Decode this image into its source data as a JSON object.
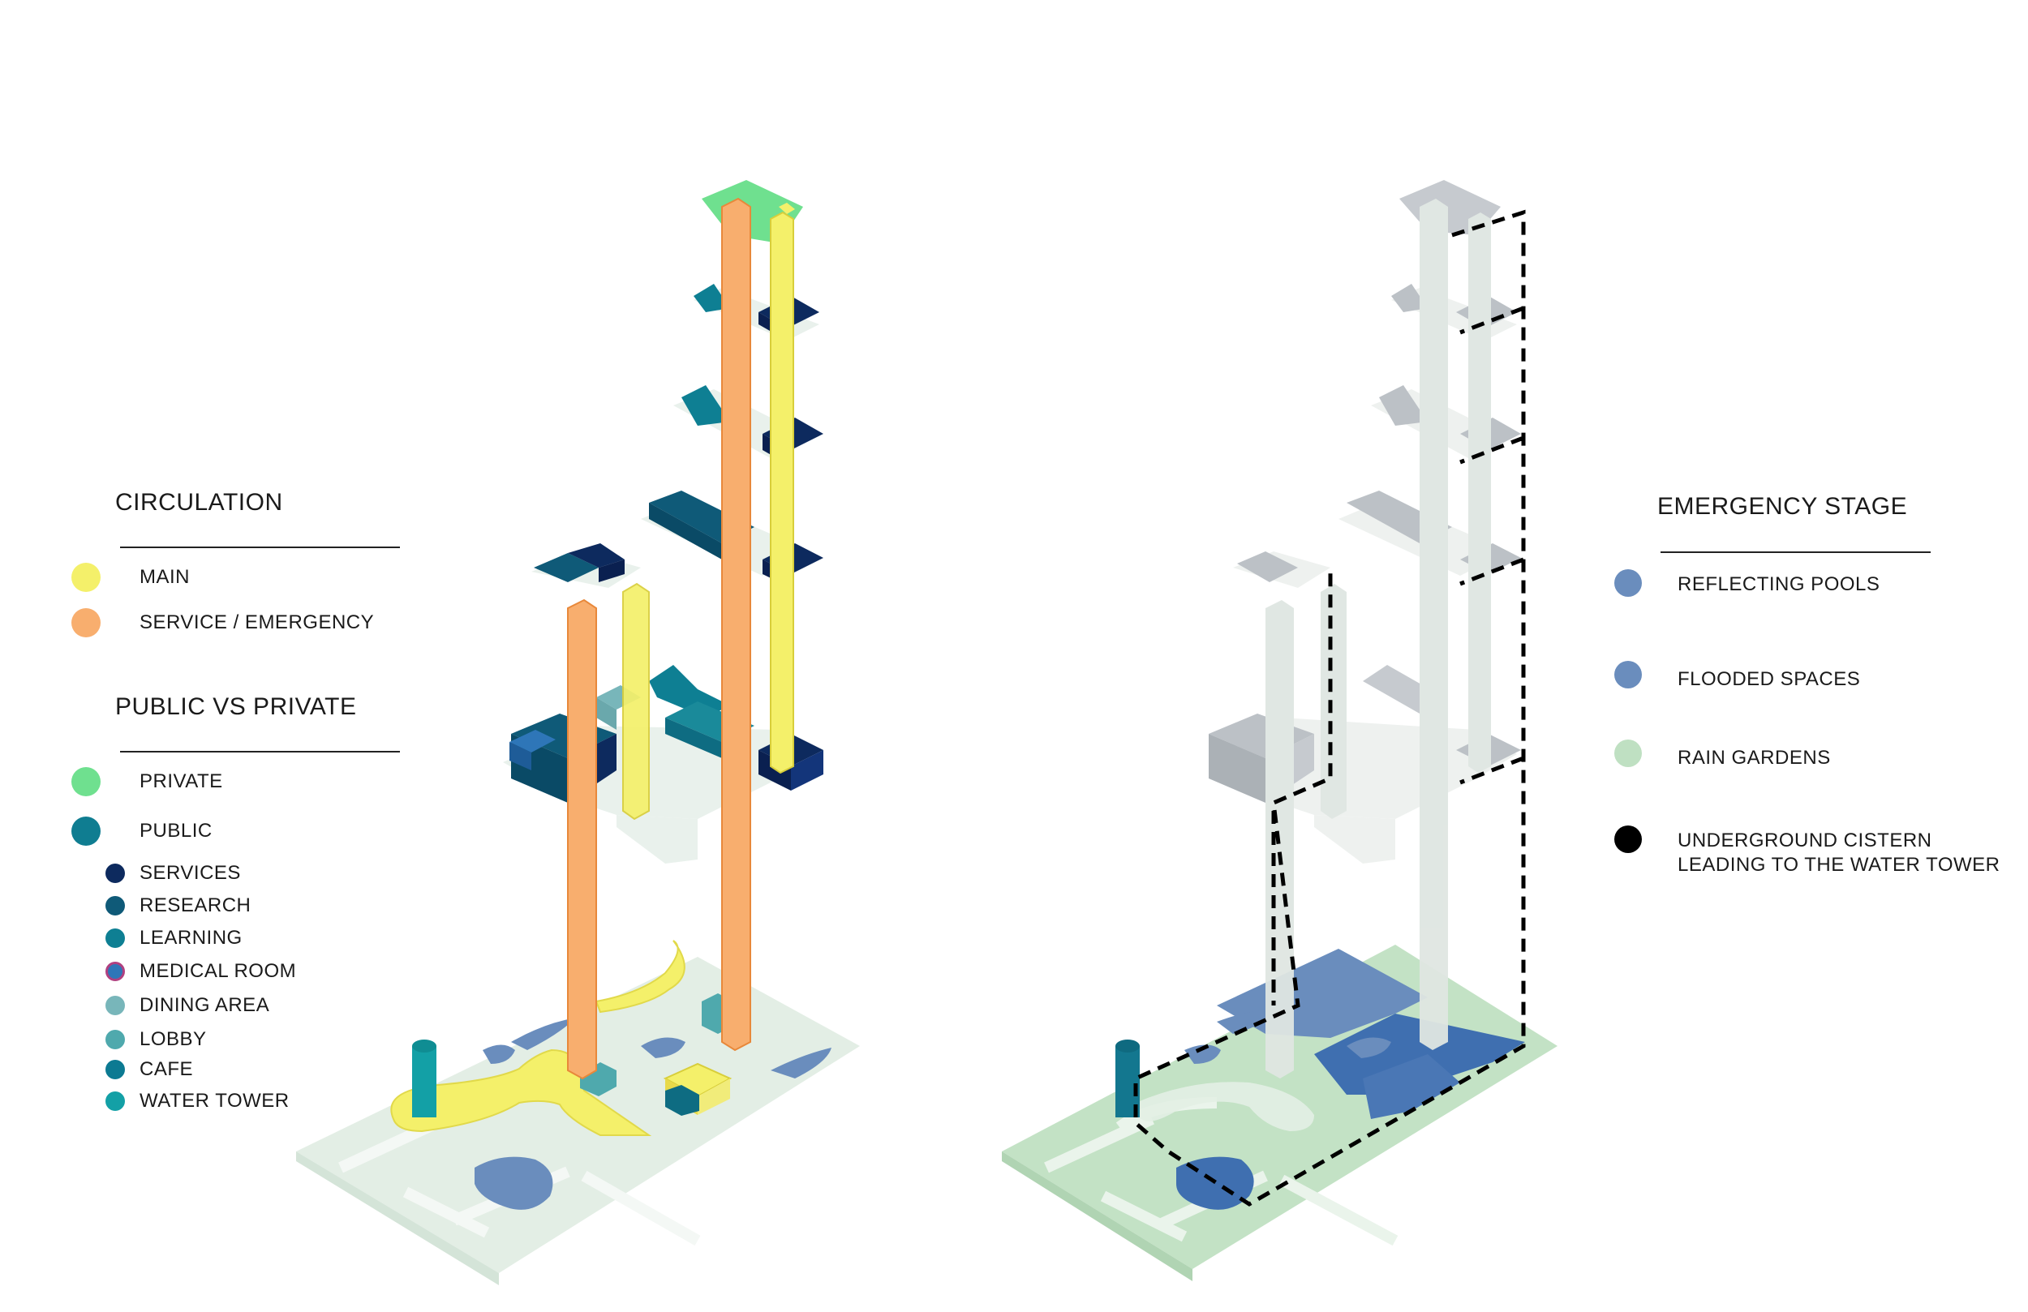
{
  "left_legend": {
    "circulation": {
      "heading": "CIRCULATION",
      "items": [
        {
          "label": "MAIN",
          "color": "#f4f06a"
        },
        {
          "label": "SERVICE / EMERGENCY",
          "color": "#f8ae6e"
        }
      ]
    },
    "public_private": {
      "heading": "PUBLIC VS PRIVATE",
      "items": [
        {
          "label": "PRIVATE",
          "color": "#6fe08f"
        },
        {
          "label": "PUBLIC",
          "color": "#0f7d91"
        }
      ],
      "sub_items": [
        {
          "label": "SERVICES",
          "color": "#0d2a5e"
        },
        {
          "label": "RESEARCH",
          "color": "#0f5a78"
        },
        {
          "label": "LEARNING",
          "color": "#0e7f93"
        },
        {
          "label": "MEDICAL ROOM",
          "color": "#2e76b8",
          "stroke": "#b04080"
        },
        {
          "label": "DINING AREA",
          "color": "#78b6ba"
        },
        {
          "label": "LOBBY",
          "color": "#4fa9ad"
        },
        {
          "label": "CAFE",
          "color": "#0c7a92"
        },
        {
          "label": "WATER TOWER",
          "color": "#13a0a6"
        }
      ]
    }
  },
  "right_legend": {
    "heading": "EMERGENCY STAGE",
    "items": [
      {
        "label": "REFLECTING POOLS",
        "color": "#6a8dbd"
      },
      {
        "label": "FLOODED SPACES",
        "color": "#6a8dbd"
      },
      {
        "label": "RAIN GARDENS",
        "color": "#bfe0c2"
      },
      {
        "label": "UNDERGROUND CISTERN",
        "label_line2": "LEADING TO THE WATER TOWER",
        "color": "#000000"
      }
    ]
  }
}
